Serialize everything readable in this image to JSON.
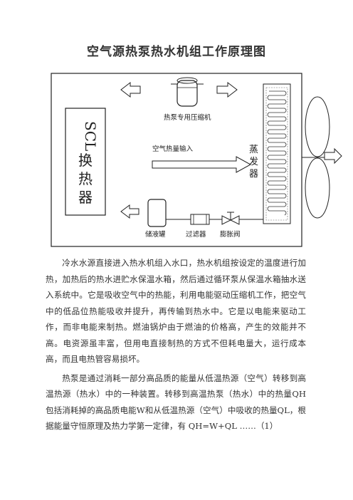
{
  "title": "空气源热泵热水机组工作原理图",
  "diagram": {
    "compressor_label": "热泵专用压缩机",
    "air_heat_label": "空气热量输入",
    "scl_label": "SCL",
    "exchanger_label": "换热器",
    "evaporator_label": "蒸发器",
    "tank_label": "储液罐",
    "filter_label": "过滤器",
    "valve_label": "膨胀阀"
  },
  "body": {
    "para1": "冷水水源直接进入热水机组入水口，热水机组按设定的温度进行加热，加热后的热水进贮水保温水箱，然后通过循环泵从保温水箱抽水送入系统中。它是吸收空气中的热能，利用电能驱动压缩机工作，把空气中的低品位热能吸收并提升，再传输到热水中。它是以电能来驱动工作，而非电能来制热。燃油锅炉由于燃油的价格高，产生的效能并不高。电资源虽丰富，但用电直接制热的方式不但耗电量大，运行成本高，而且电热管容易损坏。",
    "para2": "热泵是通过消耗一部分高品质的能量从低温热源（空气）转移到高温热源（热水）中的一种装置。转移到高温热泵（热水）中的热量QH包括消耗掉的高品质电能W和从低温热源（空气）中吸收的热量QL，根据能量守恒原理及热力学第一定律，有 QH=W+QL ……（1）"
  }
}
